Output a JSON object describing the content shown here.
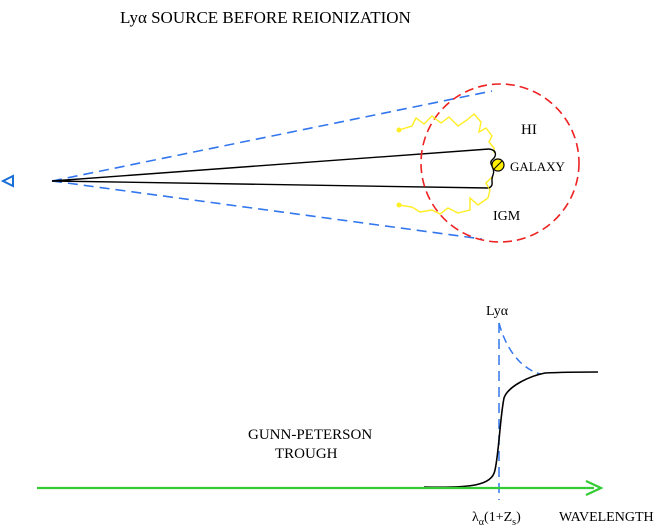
{
  "title": "Lyα SOURCE BEFORE REIONIZATION",
  "labels": {
    "hi": "HI",
    "galaxy": "GALAXY",
    "igm": "IGM",
    "lya": "Lyα",
    "trough_line1": "GUNN-PETERSON",
    "trough_line2": "TROUGH",
    "lambda_symbol": "λ",
    "lambda_sub": "α",
    "lambda_mid": "(1+Z",
    "lambda_zsub": "s",
    "lambda_end": ")",
    "wavelength": "WAVELENGTH"
  },
  "colors": {
    "sightline_dashed": "#3377ee",
    "halo_dashed": "#ee2222",
    "ionized_path": "#ffee22",
    "galaxy_fill": "#ffee00",
    "axis_arrow": "#33cc33",
    "hi_label": "#ee2222",
    "igm_label": "#ee2222",
    "observer_icon": "#1a6fd6",
    "spectrum": "#000000"
  },
  "icons": {
    "observer": "triangle-eye-icon",
    "galaxy": "galaxy-circle-icon"
  }
}
